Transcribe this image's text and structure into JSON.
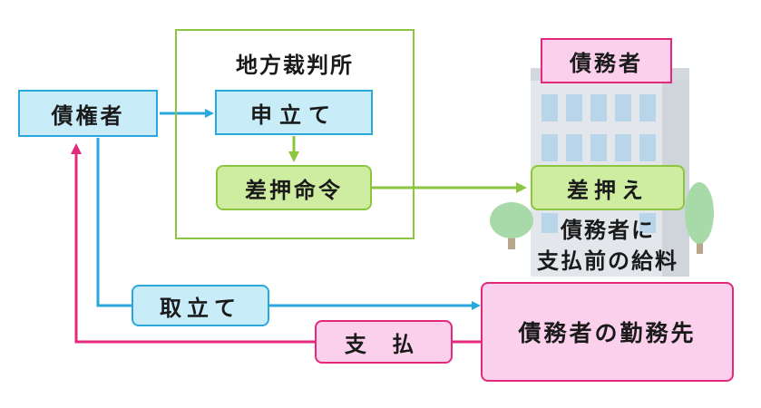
{
  "court": {
    "title": "地方裁判所"
  },
  "nodes": {
    "creditor": "債権者",
    "petition": "申立て",
    "order": "差押命令",
    "debtor": "債務者",
    "seizure": "差押え",
    "seizure_target": [
      "債務者に",
      "支払前の給料"
    ],
    "employer": "債務者の勤務先"
  },
  "edges": {
    "collect": "取立て",
    "pay": "支 払"
  },
  "colors": {
    "blue": "#2aa7dc",
    "green": "#8cc63f",
    "pink": "#e4287c"
  }
}
